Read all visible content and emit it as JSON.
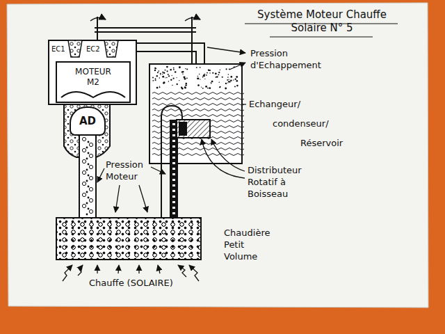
{
  "diagram": {
    "title": "Système Moteur Chauffe Solaire N° 5",
    "nodes": [
      {
        "text": [
          "MOTEUR M2"
        ]
      },
      {
        "text": [
          "AD"
        ]
      },
      {
        "text": [
          "Chaudière Petit Volume"
        ]
      }
    ],
    "edges": [
      {
        "from": 2,
        "to": 1,
        "arrow": "none"
      }
    ],
    "labels": [
      "EC1",
      "EC2",
      "Pression d'Echappement",
      "Echangeur/",
      "condenseur/",
      "Réservoir",
      "Distributeur Rotatif à Boisseau",
      "Pression Moteur",
      "Chauffe (SOLAIRE)"
    ]
  }
}
